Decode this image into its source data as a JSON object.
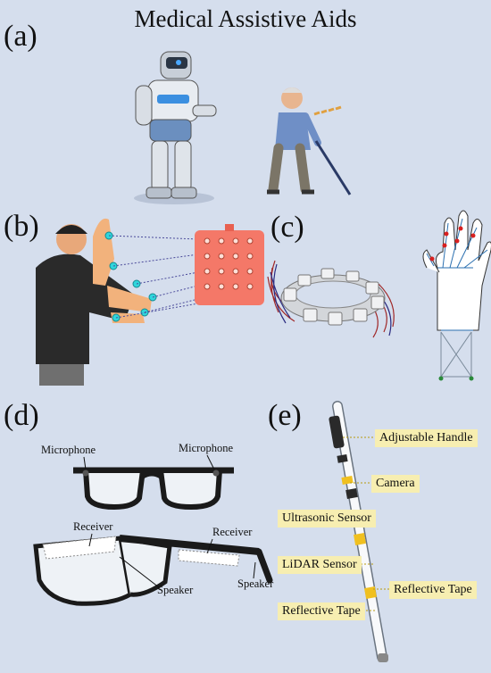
{
  "title": "Medical Assistive Aids",
  "panels": {
    "a": "(a)",
    "b": "(b)",
    "c": "(c)",
    "d": "(d)",
    "e": "(e)"
  },
  "glasses_labels": {
    "microphone_left": "Microphone",
    "microphone_right": "Microphone",
    "receiver_left": "Receiver",
    "receiver_right": "Receiver",
    "speaker_left": "Speaker",
    "speaker_right": "Speaker"
  },
  "cane_labels": {
    "handle": "Adjustable Handle",
    "camera": "Camera",
    "ultrasonic": "Ultrasonic Sensor",
    "lidar": "LiDAR Sensor",
    "reflective_right": "Reflective Tape",
    "reflective_left": "Reflective Tape"
  },
  "colors": {
    "background": "#d5deed",
    "callout": "#f7eeb1",
    "sensor_panel": "#f47868",
    "sensor_dot": "#2fd6dc",
    "skin": "#f2b27c"
  }
}
